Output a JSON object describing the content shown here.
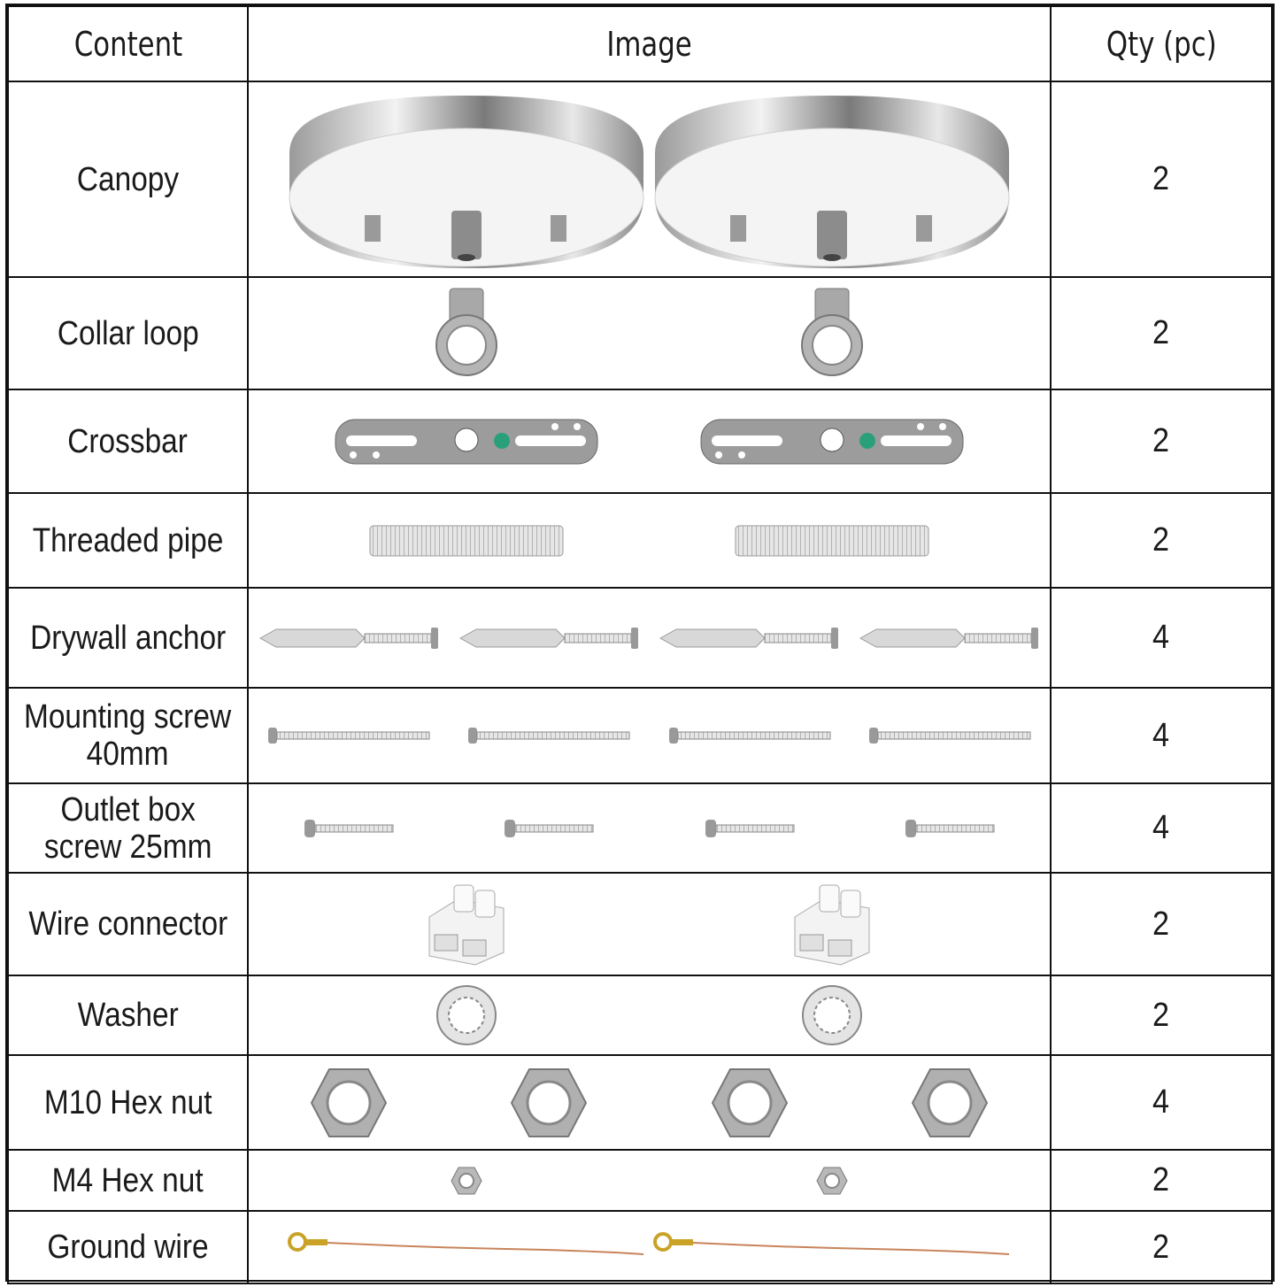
{
  "header": {
    "content": "Content",
    "image": "Image",
    "qty": "Qty (pc)"
  },
  "rows": [
    {
      "label": "Canopy",
      "qty": "2",
      "icon": "canopy-icon",
      "count": 2
    },
    {
      "label": "Collar loop",
      "qty": "2",
      "icon": "collar-loop-icon",
      "count": 2
    },
    {
      "label": "Crossbar",
      "qty": "2",
      "icon": "crossbar-icon",
      "count": 2
    },
    {
      "label": "Threaded pipe",
      "qty": "2",
      "icon": "threaded-pipe-icon",
      "count": 2
    },
    {
      "label": "Drywall anchor",
      "qty": "4",
      "icon": "drywall-anchor-icon",
      "count": 4
    },
    {
      "label": "Mounting screw\n40mm",
      "qty": "4",
      "icon": "mounting-screw-icon",
      "count": 4
    },
    {
      "label": "Outlet box\nscrew 25mm",
      "qty": "4",
      "icon": "outlet-box-screw-icon",
      "count": 4
    },
    {
      "label": "Wire connector",
      "qty": "2",
      "icon": "wire-connector-icon",
      "count": 2
    },
    {
      "label": "Washer",
      "qty": "2",
      "icon": "washer-icon",
      "count": 2
    },
    {
      "label": "M10 Hex nut",
      "qty": "4",
      "icon": "m10-hex-nut-icon",
      "count": 4
    },
    {
      "label": "M4 Hex nut",
      "qty": "2",
      "icon": "m4-hex-nut-icon",
      "count": 2
    },
    {
      "label": "Ground wire",
      "qty": "2",
      "icon": "ground-wire-icon",
      "count": 2
    }
  ]
}
